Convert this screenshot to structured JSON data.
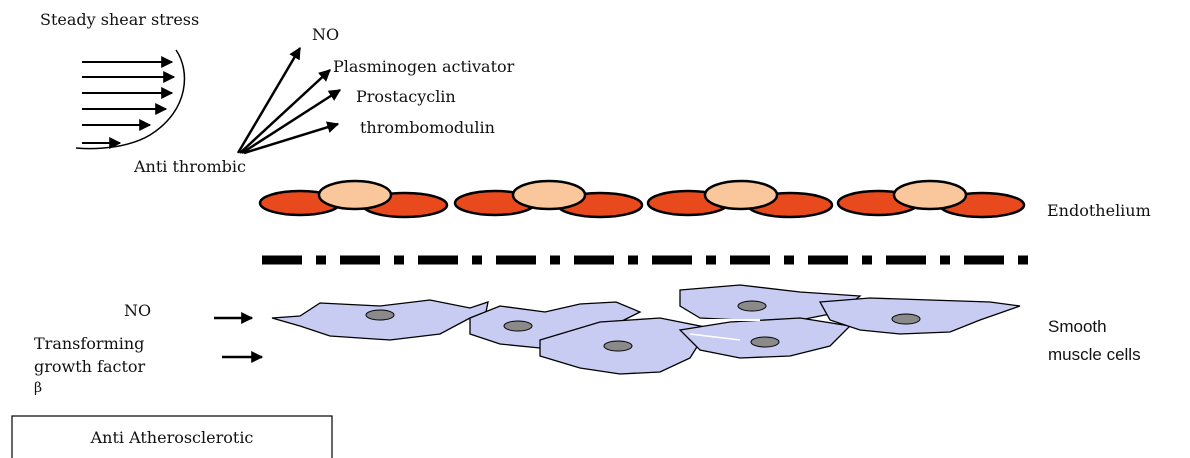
{
  "labels": {
    "steady_shear_stress": "Steady shear stress",
    "no_top": "NO",
    "plasminogen_activator": "Plasminogen activator",
    "prostacyclin": "Prostacyclin",
    "thrombomodulin": "thrombomodulin",
    "anti_thrombic": "Anti thrombic",
    "endothelium": "Endothelium",
    "no_left": "NO",
    "transforming": "Transforming",
    "growth_factor": "growth factor",
    "beta": "β",
    "smooth": "Smooth",
    "muscle_cells": "muscle cells",
    "anti_atherosclerotic": "Anti Atherosclerotic"
  },
  "colors": {
    "endothelial_cell": "#e84a1e",
    "endothelial_nucleus": "#f9c79b",
    "smooth_muscle_cell": "#c8ccf2",
    "smooth_muscle_nucleus": "#8a8a8a",
    "line": "#000000"
  }
}
